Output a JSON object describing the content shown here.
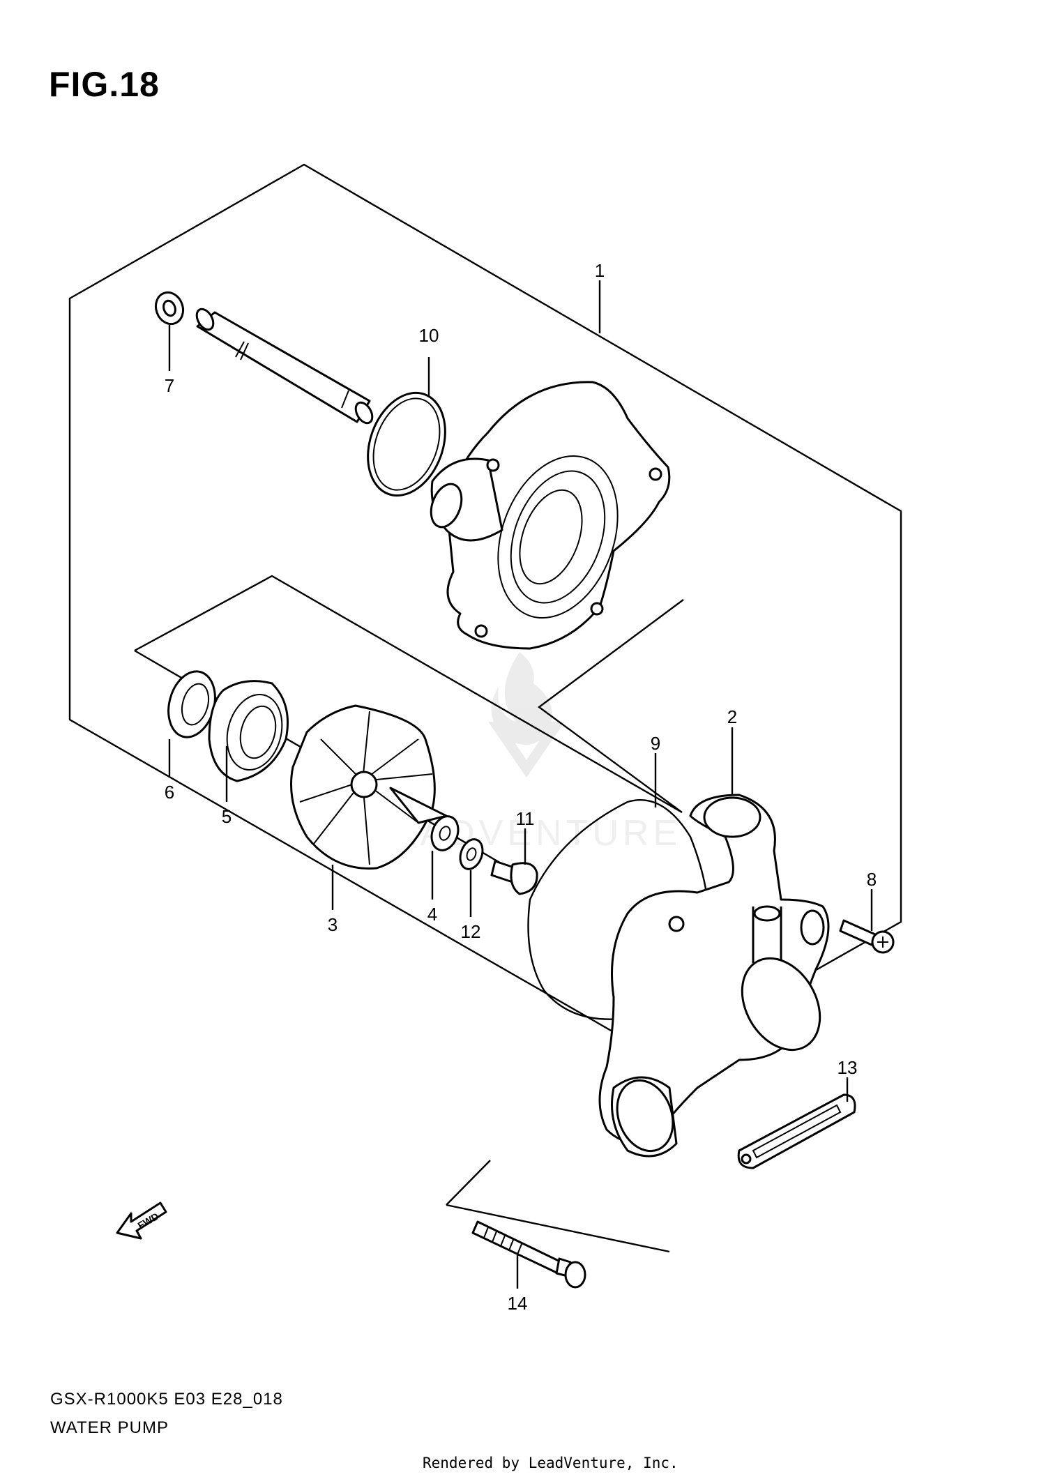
{
  "figure": {
    "title": "FIG.18",
    "model_code": "GSX-R1000K5 E03 E28_018",
    "caption": "WATER PUMP",
    "rendered_by": "Rendered by LeadVenture, Inc.",
    "watermark": "LEADVENTURE",
    "fwd_label": "FWD"
  },
  "callouts": {
    "c1": "1",
    "c2": "2",
    "c3": "3",
    "c4": "4",
    "c5": "5",
    "c6": "6",
    "c7": "7",
    "c8": "8",
    "c9": "9",
    "c10": "10",
    "c11": "11",
    "c12": "12",
    "c13": "13",
    "c14": "14"
  }
}
